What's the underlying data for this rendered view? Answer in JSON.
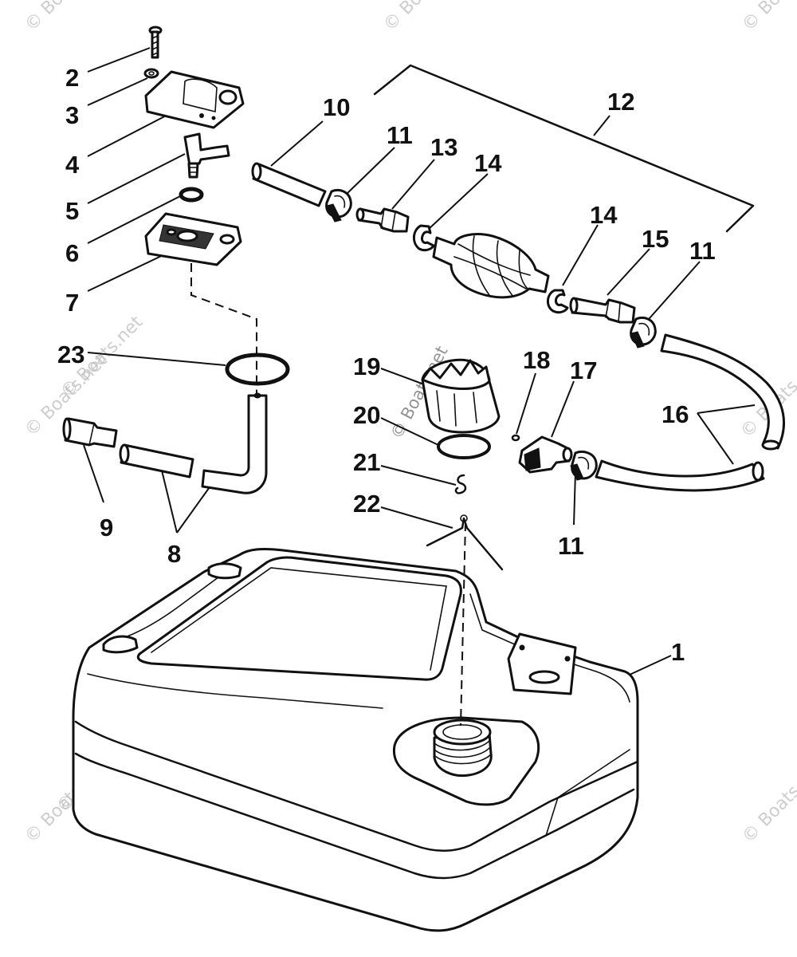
{
  "watermark": "© Boats.net",
  "callouts": {
    "p1": "1",
    "p2": "2",
    "p3": "3",
    "p4": "4",
    "p5": "5",
    "p6": "6",
    "p7": "7",
    "p8": "8",
    "p9": "9",
    "p10": "10",
    "p11a": "11",
    "p11b": "11",
    "p11c": "11",
    "p12": "12",
    "p13": "13",
    "p14a": "14",
    "p14b": "14",
    "p15": "15",
    "p16": "16",
    "p17": "17",
    "p18": "18",
    "p19": "19",
    "p20": "20",
    "p21": "21",
    "p22": "22",
    "p23": "23"
  }
}
